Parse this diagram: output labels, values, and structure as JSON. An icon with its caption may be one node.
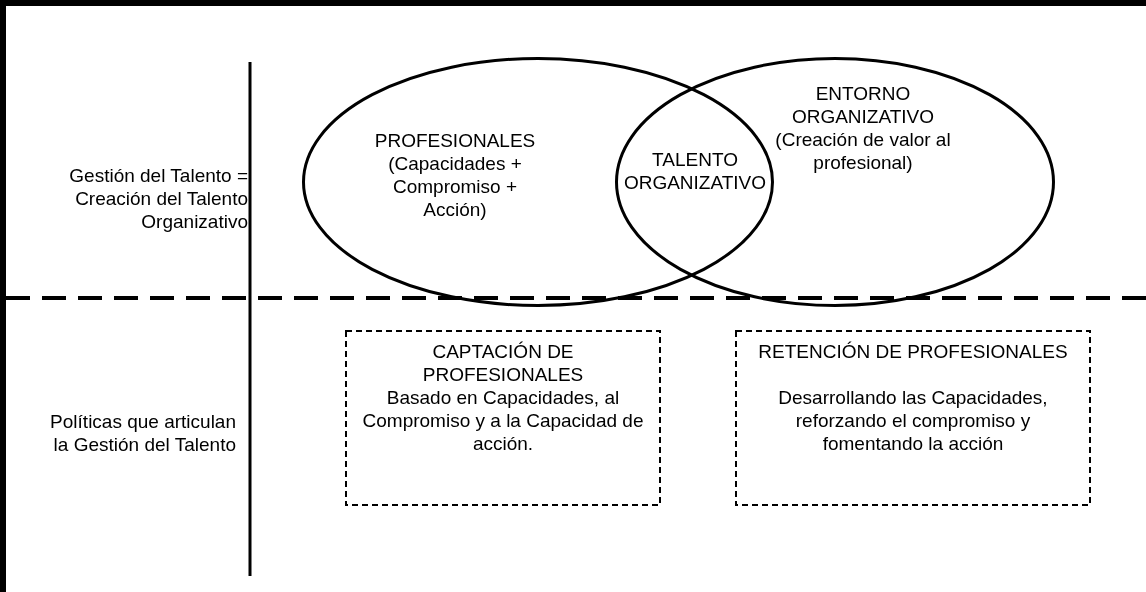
{
  "diagram": {
    "nodes": [
      {
        "text": [
          "PROFESIONALES",
          "(Capacidades + Compromiso + Acción)"
        ]
      },
      {
        "text": [
          "TALENTO ORGANIZATIVO"
        ]
      },
      {
        "text": [
          "ENTORNO ORGANIZATIVO",
          "(Creación de valor al profesional)"
        ]
      },
      {
        "text": [
          "CAPTACIÓN DE PROFESIONALES",
          "Basado en Capacidades, al Compromiso y a la Capacidad de acción."
        ]
      },
      {
        "text": [
          "RETENCIÓN DE PROFESIONALES",
          "Desarrollando las Capacidades, reforzando el compromiso y fomentando la acción"
        ]
      }
    ],
    "edges": [],
    "labels": [
      "Gestión del Talento = Creación del Talento Organizativo",
      "Políticas que articulan la Gestión del Talento"
    ]
  }
}
